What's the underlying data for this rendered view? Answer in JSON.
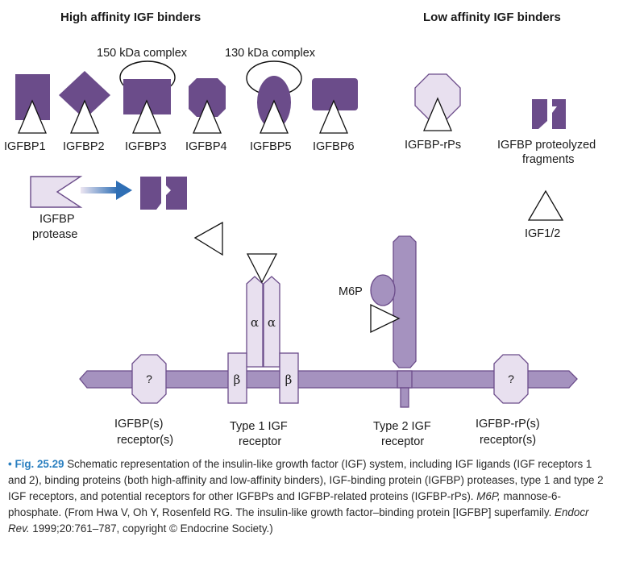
{
  "colors": {
    "dark_purple": "#6b4c8a",
    "light_purple": "#a592bf",
    "pale_purple": "#e8e0ef",
    "caption_accent": "#2a7fc0"
  },
  "headers": {
    "high_affinity": "High affinity IGF binders",
    "low_affinity": "Low  affinity IGF binders"
  },
  "complexes": {
    "c150": "150 kDa complex",
    "c130": "130 kDa complex"
  },
  "binders": {
    "igfbp1": "IGFBP1",
    "igfbp2": "IGFBP2",
    "igfbp3": "IGFBP3",
    "igfbp4": "IGFBP4",
    "igfbp5": "IGFBP5",
    "igfbp6": "IGFBP6",
    "igfbp_rps": "IGFBP-rPs",
    "fragments_line1": "IGFBP proteolyzed",
    "fragments_line2": "fragments"
  },
  "protease": {
    "line1": "IGFBP",
    "line2": "protease"
  },
  "ligand": {
    "label": "IGF1/2"
  },
  "receptors": {
    "alpha": "α",
    "beta": "β",
    "m6p": "M6P",
    "unknown": "?",
    "igfbp_rec_line1": "IGFBP(s)",
    "igfbp_rec_line2": "receptor(s)",
    "type1_line1": "Type 1 IGF",
    "type1_line2": "receptor",
    "type2_line1": "Type 2 IGF",
    "type2_line2": "receptor",
    "rp_rec_line1": "IGFBP-rP(s)",
    "rp_rec_line2": "receptor(s)"
  },
  "caption": {
    "bullet": "•",
    "fig_label": "Fig. 25.29",
    "text_a": " Schematic representation of the insulin-like growth factor (IGF) system, including IGF ligands (IGF receptors 1 and 2), binding proteins (both high-affinity and low-affinity binders), IGF-binding protein (IGFBP) proteases, type 1 and type 2 IGF receptors, and potential receptors for other IGFBPs and IGFBP-related proteins (IGFBP-rPs). ",
    "m6p_italic": "M6P,",
    "text_b": " mannose-6-phosphate. (From Hwa V, Oh Y, Rosenfeld RG. The insulin-like growth factor–binding protein [IGFBP] superfamily. ",
    "journal_italic": "Endocr Rev.",
    "text_c": " 1999;20:761–787, copyright © Endocrine Society.)"
  }
}
